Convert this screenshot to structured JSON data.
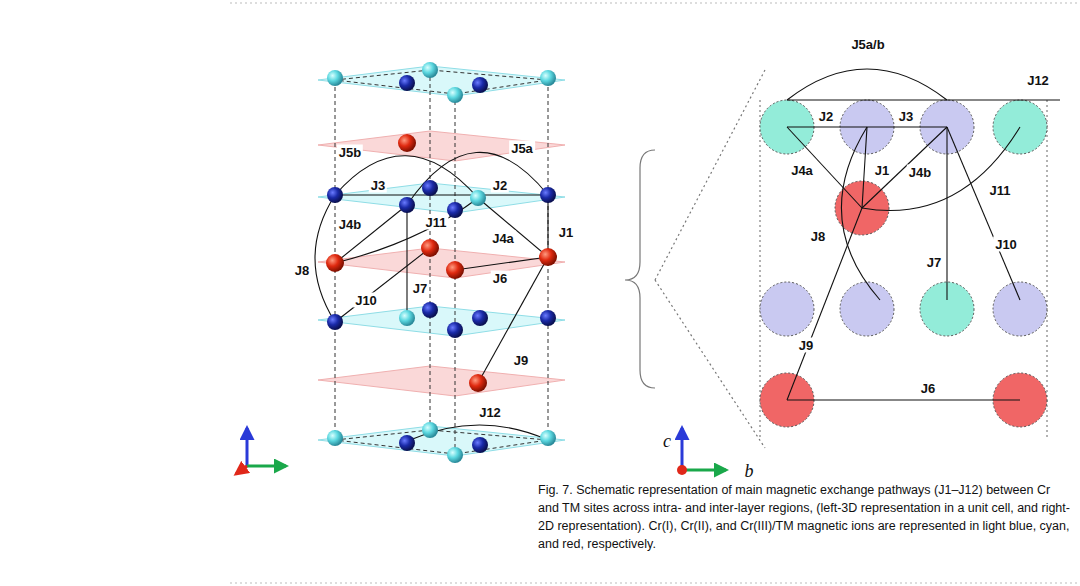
{
  "diagram": {
    "caption": "Fig. 7. Schematic representation of main magnetic exchange pathways (J1–J12) between Cr and TM sites across intra- and inter-layer regions, (left-3D representation in a unit cell, and right-2D representation). Cr(I), Cr(II), and Cr(III)/TM magnetic ions are represented in light blue, cyan, and red, respectively.",
    "labels": [
      "J5b",
      "J5a",
      "J3",
      "J2",
      "J4b",
      "J11",
      "J4a",
      "J1",
      "J8",
      "J10",
      "J7",
      "J6",
      "J9",
      "J12",
      "J5a/b",
      "J12",
      "J2",
      "J3",
      "J4a",
      "J1",
      "J4b",
      "J11",
      "J8",
      "J7",
      "J10",
      "J9",
      "J6",
      "c",
      "b"
    ]
  }
}
